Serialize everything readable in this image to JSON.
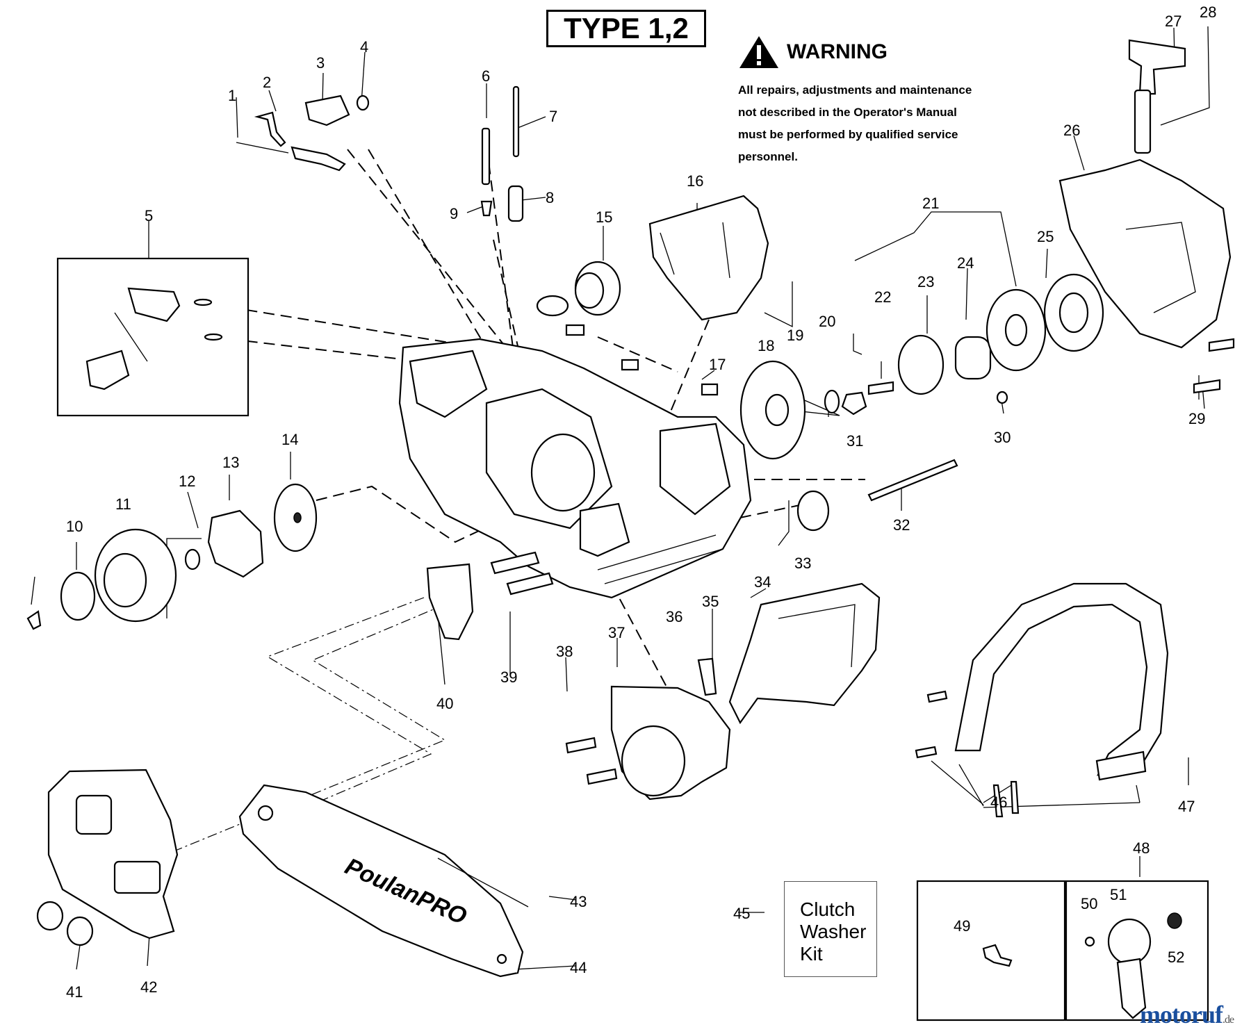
{
  "header": {
    "type_label": "TYPE 1,2"
  },
  "warning": {
    "icon": "warning-triangle-icon",
    "title": "WARNING",
    "lines": [
      "All repairs, adjustments and maintenance",
      "not described in the Operator's Manual",
      "must be performed by qualified service",
      "personnel."
    ]
  },
  "kit": {
    "callout": "45",
    "lines": [
      "Clutch",
      "Washer",
      "Kit"
    ]
  },
  "bar_brand": "PoulanPRO",
  "watermark": {
    "name": "motoruf",
    "suffix": ".de"
  },
  "callouts": [
    "1",
    "2",
    "3",
    "4",
    "5",
    "6",
    "7",
    "8",
    "9",
    "10",
    "11",
    "12",
    "13",
    "14",
    "15",
    "16",
    "17",
    "18",
    "19",
    "20",
    "21",
    "22",
    "23",
    "24",
    "25",
    "26",
    "27",
    "28",
    "29",
    "30",
    "31",
    "32",
    "33",
    "34",
    "35",
    "36",
    "37",
    "38",
    "39",
    "40",
    "41",
    "42",
    "43",
    "44",
    "46",
    "47",
    "48",
    "49",
    "50",
    "51",
    "52"
  ]
}
